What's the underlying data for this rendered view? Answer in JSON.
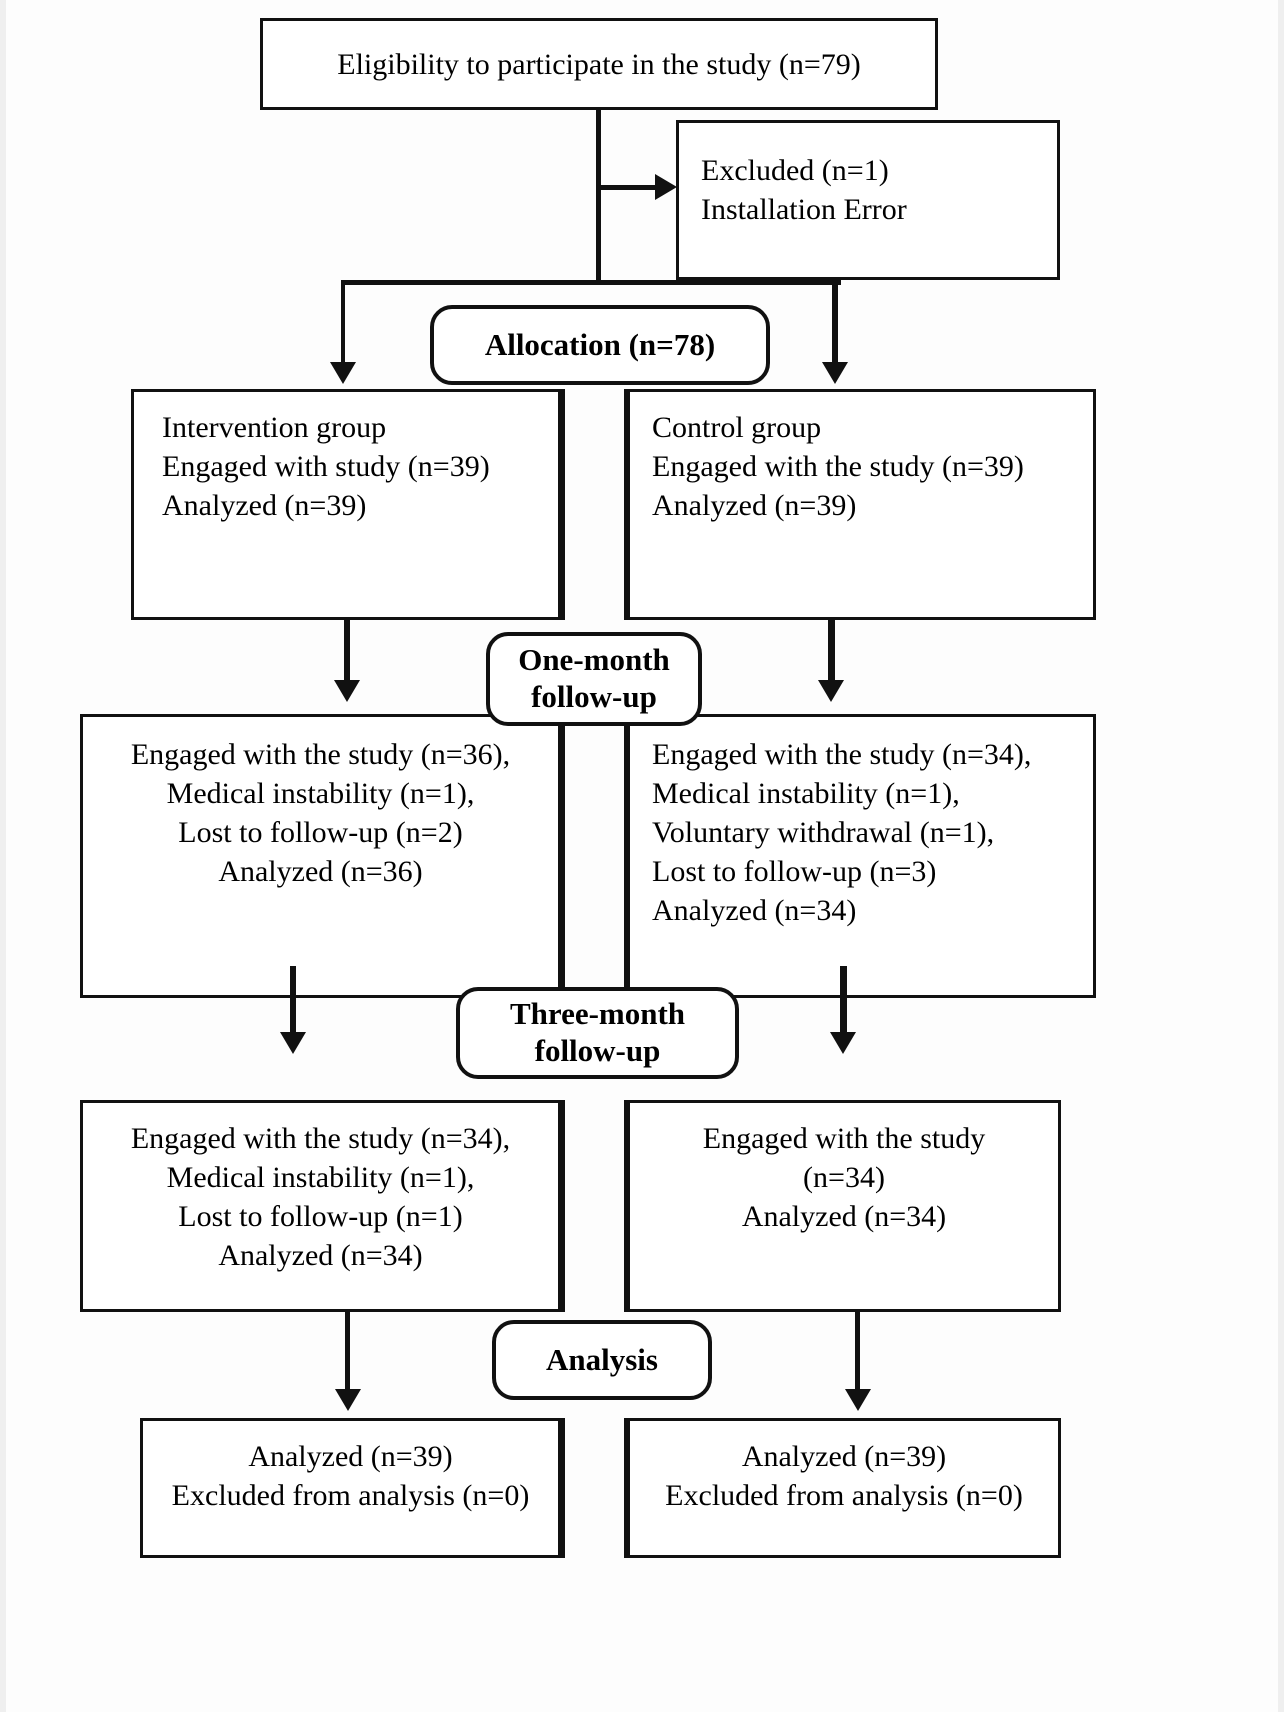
{
  "diagram": {
    "title": "CONSORT participant flow diagram",
    "stroke_color": "#111111",
    "background_color": "#ffffff"
  },
  "nodes": {
    "eligibility": {
      "text": "Eligibility to participate in the study (n=79)"
    },
    "excluded": {
      "text": "Excluded (n=1)\nInstallation Error"
    },
    "allocation_label": {
      "text": "Allocation (n=78)"
    },
    "intervention_alloc": {
      "text": "Intervention group\nEngaged with study (n=39)\nAnalyzed (n=39)"
    },
    "control_alloc": {
      "text": "Control group\n Engaged with the study (n=39)\nAnalyzed (n=39)"
    },
    "onemonth_label": {
      "text": "One-month\nfollow-up"
    },
    "intervention_1m": {
      "text": "Engaged with the study (n=36),\nMedical instability (n=1),\nLost to follow-up (n=2)\nAnalyzed (n=36)"
    },
    "control_1m": {
      "text": "Engaged with the study (n=34),\nMedical instability (n=1),\nVoluntary withdrawal (n=1),\nLost to follow-up (n=3)\nAnalyzed (n=34)"
    },
    "threemonth_label": {
      "text": "Three-month\nfollow-up"
    },
    "intervention_3m": {
      "text": "Engaged with the study (n=34),\nMedical instability (n=1),\nLost to follow-up (n=1)\nAnalyzed (n=34)"
    },
    "control_3m": {
      "text": "Engaged with the study\n(n=34)\nAnalyzed (n=34)"
    },
    "analysis_label": {
      "text": "Analysis"
    },
    "intervention_analysis": {
      "text": "Analyzed (n=39)\nExcluded from analysis (n=0)"
    },
    "control_analysis": {
      "text": "Analyzed (n=39)\nExcluded from analysis (n=0)"
    }
  }
}
